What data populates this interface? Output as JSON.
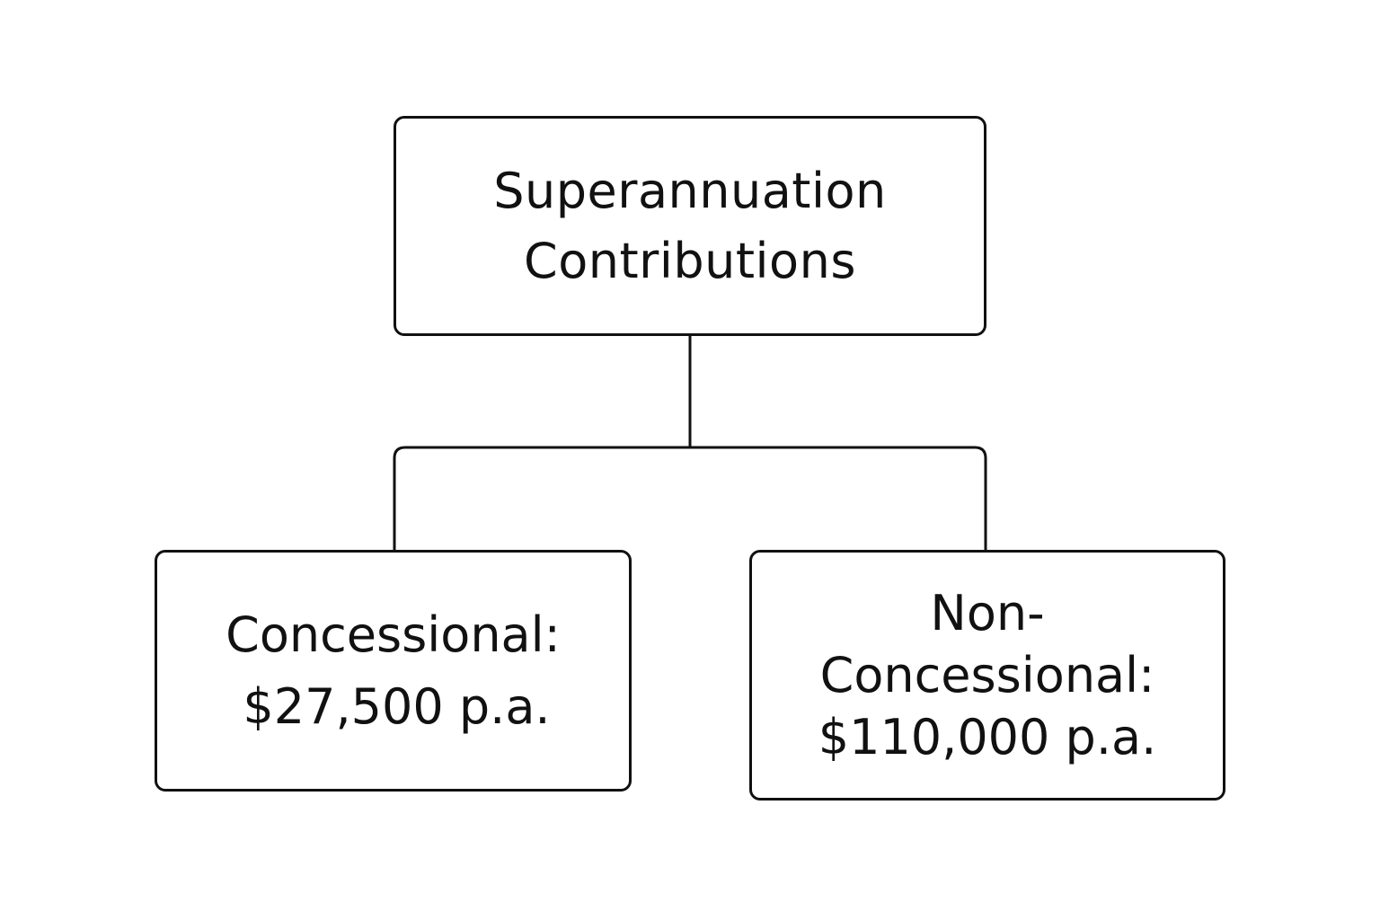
{
  "root": {
    "lines": [
      "Superannuation",
      "Contributions"
    ]
  },
  "children": [
    {
      "lines": [
        "Concessional:",
        "$27,500 p.a."
      ]
    },
    {
      "lines": [
        "Non-",
        "Concessional:",
        "$110,000 p.a."
      ]
    }
  ],
  "colors": {
    "stroke": "#111111",
    "background": "#ffffff"
  }
}
